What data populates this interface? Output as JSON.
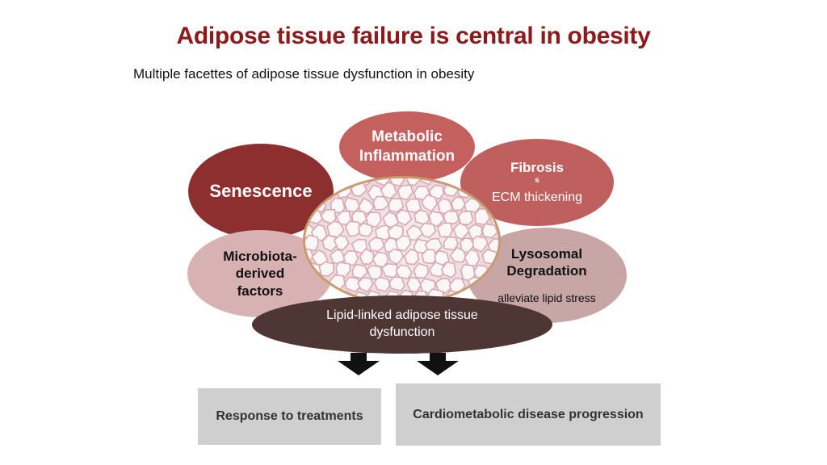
{
  "title": "Adipose tissue failure is central in obesity",
  "subtitle": "Multiple facettes of adipose tissue dysfunction in obesity",
  "colors": {
    "title": "#8c1a1a",
    "senescence": "#8e2f2f",
    "metabolic": "#c4615f",
    "fibrosis": "#c0605e",
    "microbiota": "#d8b2b2",
    "lysosomal": "#c8a6a6",
    "lipid": "#4e3634",
    "outcome_box": "#cfcfcf"
  },
  "nodes": {
    "senescence": "Senescence",
    "metabolic": "Metabolic\nInflammation",
    "fibrosis": {
      "label": "Fibrosis",
      "extra": "s",
      "sub": "ECM thickening"
    },
    "microbiota": "Microbiota-\nderived\nfactors",
    "lysosomal": {
      "label": "Lysosomal\nDegradation",
      "sub": "alleviate lipid stress"
    },
    "lipid": "Lipid-linked adipose tissue\ndysfunction",
    "center_image": "adipose-tissue-histology"
  },
  "outcomes": {
    "response": "Response to treatments",
    "cardio": "Cardiometabolic disease progression"
  }
}
